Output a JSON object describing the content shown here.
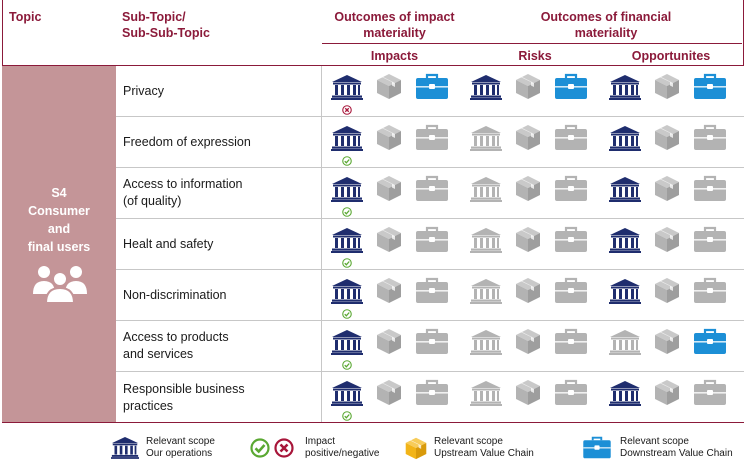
{
  "header": {
    "topic": "Topic",
    "subtopic_line1": "Sub-Topic/",
    "subtopic_line2": "Sub-Sub-Topic",
    "impact_line1": "Outcomes of impact",
    "impact_line2": "materiality",
    "financial_line1": "Outcomes of financial",
    "financial_line2": "materiality",
    "impacts": "Impacts",
    "risks": "Risks",
    "opportunities": "Opportunites"
  },
  "topic": {
    "code": "S4",
    "line2": "Consumer",
    "line3": "and",
    "line4": "final users",
    "icon": "people-group-icon"
  },
  "rows": [
    {
      "line1": "Privacy",
      "line2": "",
      "impacts": [
        "active",
        "grey",
        "active"
      ],
      "impact_mark": "negative",
      "risks": [
        "active",
        "grey",
        "active"
      ],
      "opportunities": [
        "active",
        "grey",
        "active"
      ]
    },
    {
      "line1": "Freedom of expression",
      "line2": "",
      "impacts": [
        "active",
        "grey",
        "grey"
      ],
      "impact_mark": "positive",
      "risks": [
        "grey",
        "grey",
        "grey"
      ],
      "opportunities": [
        "active",
        "grey",
        "grey"
      ]
    },
    {
      "line1": "Access to information",
      "line2": "(of quality)",
      "impacts": [
        "active",
        "grey",
        "grey"
      ],
      "impact_mark": "positive",
      "risks": [
        "grey",
        "grey",
        "grey"
      ],
      "opportunities": [
        "active",
        "grey",
        "grey"
      ]
    },
    {
      "line1": "Healt and safety",
      "line2": "",
      "impacts": [
        "active",
        "grey",
        "grey"
      ],
      "impact_mark": "positive",
      "risks": [
        "grey",
        "grey",
        "grey"
      ],
      "opportunities": [
        "active",
        "grey",
        "grey"
      ]
    },
    {
      "line1": "Non-discrimination",
      "line2": "",
      "impacts": [
        "active",
        "grey",
        "grey"
      ],
      "impact_mark": "positive",
      "risks": [
        "grey",
        "grey",
        "grey"
      ],
      "opportunities": [
        "active",
        "grey",
        "grey"
      ]
    },
    {
      "line1": "Access to products",
      "line2": "and services",
      "impacts": [
        "active",
        "grey",
        "grey"
      ],
      "impact_mark": "positive",
      "risks": [
        "grey",
        "grey",
        "grey"
      ],
      "opportunities": [
        "grey",
        "grey",
        "active"
      ]
    },
    {
      "line1": "Responsible business",
      "line2": "practices",
      "impacts": [
        "active",
        "grey",
        "grey"
      ],
      "impact_mark": "positive",
      "risks": [
        "grey",
        "grey",
        "grey"
      ],
      "opportunities": [
        "active",
        "grey",
        "grey"
      ]
    }
  ],
  "legend": {
    "own_line1": "Relevant scope",
    "own_line2": "Our operations",
    "impact_line1": "Impact",
    "impact_line2": "positive/negative",
    "up_line1": "Relevant scope",
    "up_line2": "Upstream Value Chain",
    "down_line1": "Relevant scope",
    "down_line2": "Downstream Value Chain"
  },
  "colors": {
    "brand": "#8b1a3a",
    "topic_bg": "#c49598",
    "navy": "#1f2d6e",
    "blue": "#1c8fd6",
    "gold": "#f2b418",
    "grey": "#b3b3b3",
    "positive": "#5aa832",
    "negative": "#a8163a"
  },
  "icons": {
    "own_operations": "institution-icon",
    "upstream": "box-icon",
    "downstream": "briefcase-icon",
    "positive": "check-circle-icon",
    "negative": "x-circle-icon"
  }
}
